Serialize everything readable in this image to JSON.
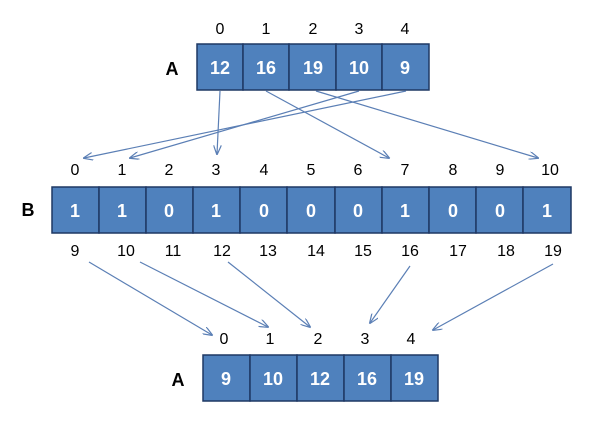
{
  "colors": {
    "cell_fill": "#4f81bd",
    "cell_border": "#1f3864",
    "arrow": "#5b7fb5"
  },
  "top_array": {
    "label": "A",
    "indices": [
      "0",
      "1",
      "2",
      "3",
      "4"
    ],
    "values": [
      "12",
      "16",
      "19",
      "10",
      "9"
    ]
  },
  "bit_array": {
    "label": "B",
    "indices_top": [
      "0",
      "1",
      "2",
      "3",
      "4",
      "5",
      "6",
      "7",
      "8",
      "9",
      "10"
    ],
    "values": [
      "1",
      "1",
      "0",
      "1",
      "0",
      "0",
      "0",
      "1",
      "0",
      "0",
      "1"
    ],
    "indices_bottom": [
      "9",
      "10",
      "11",
      "12",
      "13",
      "14",
      "15",
      "16",
      "17",
      "18",
      "19"
    ]
  },
  "bottom_array": {
    "label": "A",
    "indices": [
      "0",
      "1",
      "2",
      "3",
      "4"
    ],
    "values": [
      "9",
      "10",
      "12",
      "16",
      "19"
    ]
  }
}
